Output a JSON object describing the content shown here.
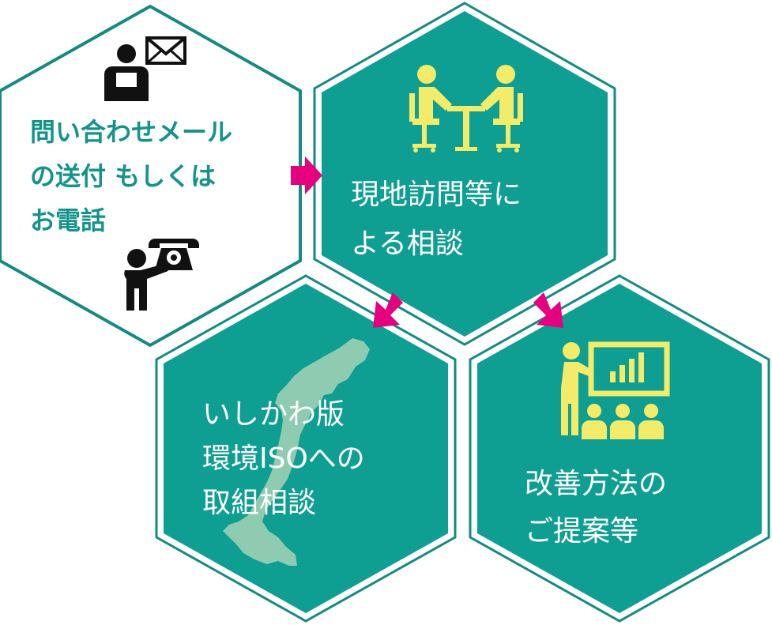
{
  "steps": [
    {
      "lines": [
        "問い合わせメール",
        "の送付 もしくは",
        "お電話"
      ]
    },
    {
      "lines": [
        "現地訪問等に",
        "よる相談"
      ]
    },
    {
      "lines": [
        "いしかわ版",
        "環境ISOへの",
        "取組相談"
      ]
    },
    {
      "lines": [
        "改善方法の",
        "ご提案等"
      ]
    }
  ],
  "icons": {
    "step1_top": "person-at-desk-with-envelope-icon",
    "step1_bottom": "person-with-telephone-icon",
    "step2": "meeting-people-at-table-icon",
    "step3": "ishikawa-map-icon",
    "step4": "presentation-audience-chart-icon"
  },
  "colors": {
    "teal": "#0e9e92",
    "teal_border": "#138b80",
    "white": "#ffffff",
    "arrow": "#e5007f",
    "icon_yellow": "#f2ec6a",
    "map_green": "#8fcbb0",
    "text_teal": "#15938a",
    "icon_black": "#111111"
  }
}
